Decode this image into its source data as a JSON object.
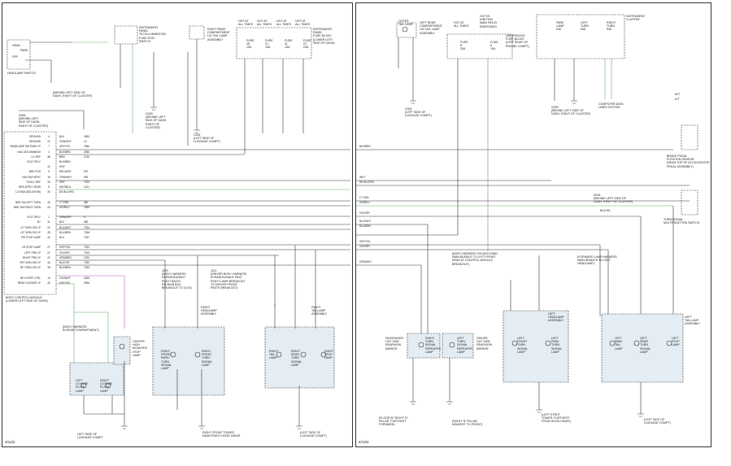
{
  "left_page": {
    "ref": "4/12/2",
    "headlamp_switch": "HEADLAMP SWITCH",
    "switch_positions": [
      "HEAD",
      "PARK",
      "OFF"
    ],
    "left_ground_note": "(BEHIND LEFT SIDE OF\nDASH, RIGHT OF CLUSTER)",
    "splice_s206": "S206\n(BEHIND LEFT\nSIDE OF DASH\nRIGHT OF CLUSTER)",
    "instrument_panel_title": "INSTRUMENT\nPANEL\nTILT/ILLUMINATION\nFUNCTION\nSWITCH",
    "ground_g200": "G200\n(BEHIND LEFT\nSIDE OF DASH\nRIGHT OF\nCLUSTER)",
    "right_rear_lamp": "RIGHT REAR\nCOMPARTMENT\nLID TAIL LAMP\nASSEMBLY",
    "ground_g301": "G301\n(LEFT SIDE OF\nLUGGAGE COMPT)",
    "fuse_block": "INSTRUMENT\nPANEL\nFUSE BLOCK\n(LOWER LEFT\nSIDE OF DASH)",
    "hot_labels": [
      "HOT AT\nALL TIMES",
      "HOT AT\nALL TIMES",
      "HOT AT\nALL TIMES",
      "HOT AT\nALL TIMES"
    ],
    "fuses": [
      "FUSE\n26\n10A",
      "FUSE\n21\n15A",
      "FUSE\n11\n15A",
      "FUSE\n23\n20A"
    ],
    "bcm_title": "BODY CONTROL MODULE\n(LOWER LEFT SIDE OF DASH)",
    "bcm_rows": [
      "GROUND",
      "GROUND",
      "HEADLAMP SW PARK LP",
      "HAZ LED DIMMING",
      "LO REF",
      "VOLT SPLY",
      "",
      "BRK POS",
      "HAZ SW INPUT",
      "EVOLT REF",
      "BRK APPLY SENS",
      "LO SND (DELAY/ON)",
      "",
      "BRK SW LEFT TURN",
      "BRK SW RIGHT TURN",
      "",
      "VOLT SPLY",
      "B+",
      "LF TURN SIG LP",
      "LR TURN SIG LP",
      "RR STOP LAMP",
      "",
      "LR STOP LAMP",
      "LEFT PRK LP",
      "RIGHT PRK LP",
      "RR TURN SIG LP",
      "RF TURN SIG LP",
      "",
      "BP HI REF CTRL",
      "REAR LICENSE LP"
    ],
    "wire_colors": [
      "BLK",
      "ORN/GRY",
      "GRY/YEL",
      "BLK/BRN",
      "BRN",
      "BLK/BRN",
      "GRY",
      "RED/WHT",
      "ORN/WHT",
      "GRY",
      "WHT/BLU",
      "DK BLU/YEL",
      "",
      "LT GRN",
      "VIO/BLU",
      "",
      "ORN/GRY",
      "BLK",
      "BLU/WHT",
      "BLU/BRN",
      "BLU",
      "",
      "GRY/YEL",
      "VIO/GRY",
      "ORN/BRN",
      "BLU/YEL",
      "BLU/BRN",
      "",
      "VIO/WHT",
      "GRY/YEL"
    ],
    "circuit_numbers": [
      "1650",
      "13",
      "7560",
      "2360",
      "4730",
      "",
      "",
      "970",
      "992",
      "7202",
      "1131",
      "",
      "",
      "460",
      "1565",
      "",
      "5",
      "480",
      "7254",
      "7256",
      "7257",
      "",
      "7302",
      "7303",
      "1232",
      "7252",
      "7253",
      "",
      "2265",
      "9066"
    ],
    "pin_numbers": [
      "4",
      "22",
      "7",
      "2",
      "38",
      "",
      "41",
      "9",
      "15",
      "33",
      "6",
      "30",
      "",
      "40",
      "24",
      "",
      "1",
      "31",
      "21",
      "28",
      "34",
      "",
      "27",
      "27",
      "37",
      "43",
      "35",
      "",
      "13",
      "40"
    ],
    "harness_note_1": "J203\n(BODY HARNESS\nIN RAIN BUNDLE\nRIGHT BACK/\nRH MAIN BUS\nBREAKOUT TO 10:10)",
    "harness_note_2": "J211\n(DRIVER BODY HARNESS\nIN RAIN BUNDLE PAST\nRIGHT LAMP BREAKOUT\nTO DRIVER FRONT\nPASTE BREAKOUT)",
    "harness_note_3": "(BODY HARNESS\nIN REAR COMPARTMENT)",
    "chmsl": "CENTER\nHIGH\nMOUNTED\nSTOP\nLAMP",
    "lic_left": "LEFT\nLICENSE\nPLATE\nLAMP",
    "lic_right": "RIGHT\nLICENSE\nPLATE\nLAMP",
    "headlamp_asm": "RIGHT\nHEADLAMP\nASSEMBLY",
    "rh_front_park": "RIGHT\nFRONT\nPARK/\nTURN\nSIGNAL\nLAMP",
    "rh_front_turn": "RIGHT\nFRONT\nTURN\nSIGNAL\nLAMP",
    "taillamp_asm": "RIGHT\nTAILLAMP\nASSEMBLY",
    "rh_tail": "RIGHT\nTAIL\nLAMP",
    "rh_rear_turn": "RIGHT\nREAR\nTURN\nSIGNAL\nLAMP",
    "rh_stop": "RIGHT\nSTOP\nLAMP",
    "ground_g301b": "LEFT SIDE OF\nLUGGAGE COMPT",
    "ground_g302": "RIGHT FRONT TOWER,\nNEAR RIGHT HOOD HINGE",
    "ground_g301c": "(LEFT SIDE OF\nLUGGAGE COMPT)",
    "ids": [
      "G301",
      "S206",
      "G302",
      "S301",
      "G301"
    ]
  },
  "right_page": {
    "ref": "4/13/4",
    "left_rear_lamp": "LEFT REAR\nCOMPARTMENT\nLID TAIL LAMP\nASSEMBLY",
    "outer_tail": "OUTER\nTAIL LAMP",
    "hot_labels": [
      "HOT AT\nALL TIMES",
      "HOT IN\nIGNITION\nMAIN RELAY\nENERGIZED"
    ],
    "underhood_block": "UNDERHOOD\nFUSE BLOCK\n(LEFT REAR OF\nENGINE COMPT)",
    "fuses": [
      "FUSE\n8\n20A",
      "FUSE\n6\n10A"
    ],
    "cluster_title": "INSTRUMENT\nCLUSTER",
    "cluster_items": [
      "PARK\nLAMP\nIND",
      "LEFT\nTURN\nIND",
      "RIGHT\nTURN\nIND"
    ],
    "cluster_note": "COMPUTER DATA\nLINES SYSTEM",
    "ground_g200": "G200\n(BEHIND LEFT SIDE OF\nDASH, RIGHT OF CLUSTER)",
    "ground_g301": "G301\n(LEFT SIDE OF\nLUGGAGE COMPT)",
    "legend": [
      "M/T",
      "A/T"
    ],
    "brake_sensor": "BRAKE PEDAL\nPOSITION SENSOR\n(NEAR TOP OF ACCELERATOR\nPEDAL ASSEMBLY)",
    "turn_switch": "TURN/SIGNAL\nMULTIFUNCTION SWITCH",
    "s208": "S208\n(BEHIND LEFT SIDE OF\nDASH, RIGHT OF CLUSTER)",
    "trace_labels": [
      "BLK/BRN",
      "WHT",
      "DK BLU/YEL",
      "LT GRN",
      "VIO/BLU",
      "VIO/GRY",
      "BLU/WHT",
      "BLU/BRN",
      "GRY/YEL",
      "VIO/GRY",
      "ORN/WHT",
      "BLU/YEL"
    ],
    "harness_note_1": "(BODY HARNESS ON MATCHING\nMAIN BUNDLE TO LEFT FRONT\nREAR AT CONTROL MODULE\nBREAKOUT)",
    "harness_note_2": "(FORWARD LAMP HARNESS\nMAIN BRANCH TO LEFT\nHEADLAMP)",
    "passenger_mirror": "PASSENGER\nOUT SIDE\nREARVIEW\nMIRROR",
    "right_side_rep": "RIGHT\nTURN\nSIGNAL\nREPEATER\nLAMP",
    "left_side_rep": "LEFT\nTURN\nSIGNAL\nREPEATER\nLAMP",
    "driver_mirror": "DRIVER\nOUT SIDE\nREARVIEW\nMIRROR",
    "left_headlamp": "LEFT\nHEADLAMP\nASSEMBLY",
    "lf_park": "LEFT\nFRONT\nTURN\nSIGNAL\nLAMP",
    "lf_turn": "LEFT\nPARK\nTURN\nSIGNAL\nLAMP",
    "left_taillamp": "LEFT\nTAILLAMP\nASSEMBLY",
    "lt_tail": "LEFT\nMAIN\nTAIL\nLAMP",
    "lt_turn": "LEFT\nREAR\nTURN\nSIGNAL\nLAMP",
    "lt_stop": "LEFT\nSTOP\nLAMP",
    "g_floor": "(FLOOR AT RIGHT 'B'\nPILLAR, FURTHEST\nFORWARD)",
    "g_right_b": "(RIGHT 'B' PILLAR,\nNEAREST TO FRONT)",
    "g_tower": "(LEFT STRUT\nTOWER, FURTHEST\nFROM HOOD HINGE)",
    "g_left_lug": "(LEFT SIDE OF\nLUGGAGE COMPT)",
    "ids": [
      "G302",
      "G303",
      "G101",
      "G301"
    ]
  }
}
